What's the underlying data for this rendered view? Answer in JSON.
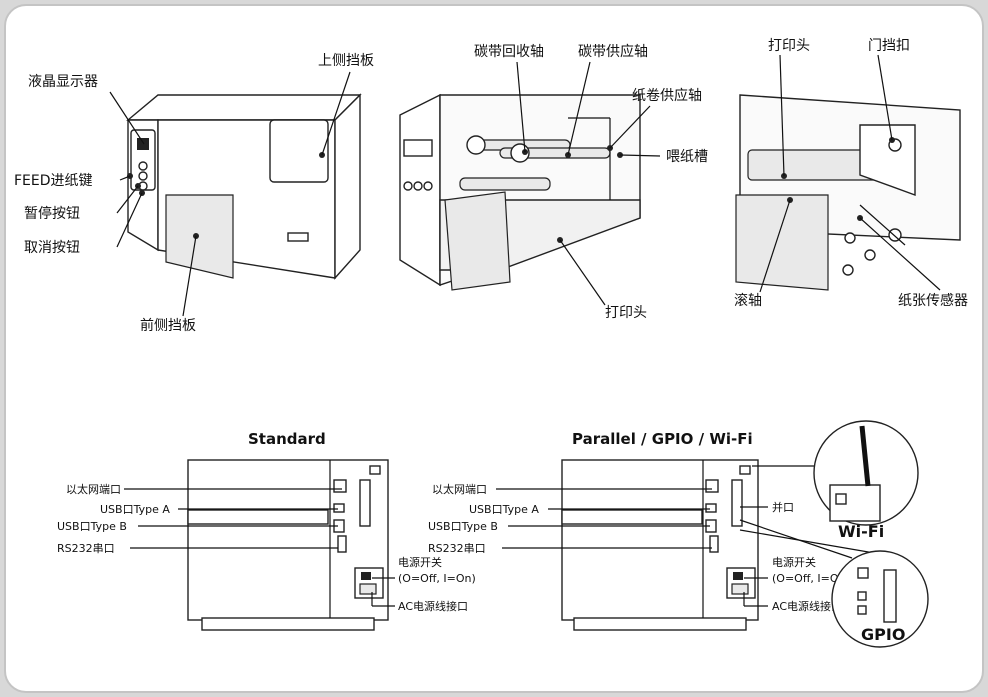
{
  "front_view": {
    "lcd_display": "液晶显示器",
    "feed_key": "FEED进纸键",
    "pause_button": "暂停按钮",
    "cancel_button": "取消按钮",
    "top_cover": "上侧挡板",
    "front_cover": "前侧挡板"
  },
  "inside_view": {
    "ribbon_rewind_spindle": "碳带回收轴",
    "ribbon_supply_spindle": "碳带供应轴",
    "paper_roll_supply_spindle": "纸卷供应轴",
    "paper_feed_slot": "喂纸槽",
    "print_head": "打印头"
  },
  "detail_view": {
    "print_head": "打印头",
    "door_latch": "门挡扣",
    "roller": "滚轴",
    "paper_sensor": "纸张传感器"
  },
  "rear_standard": {
    "title": "Standard",
    "ethernet_port": "以太网端口",
    "usb_type_a": "USB口Type A",
    "usb_type_b": "USB口Type B",
    "rs232_port": "RS232串口",
    "power_switch": "电源开关",
    "power_switch_note": "(O=Off, I=On)",
    "ac_power_socket": "AC电源线接口"
  },
  "rear_options": {
    "title": "Parallel / GPIO / Wi-Fi",
    "ethernet_port": "以太网端口",
    "usb_type_a": "USB口Type A",
    "usb_type_b": "USB口Type B",
    "rs232_port": "RS232串口",
    "parallel_port": "并口",
    "power_switch": "电源开关",
    "power_switch_note": "(O=Off, I=On)",
    "ac_power_socket": "AC电源线接口",
    "wifi_label": "Wi-Fi",
    "gpio_label": "GPIO"
  }
}
